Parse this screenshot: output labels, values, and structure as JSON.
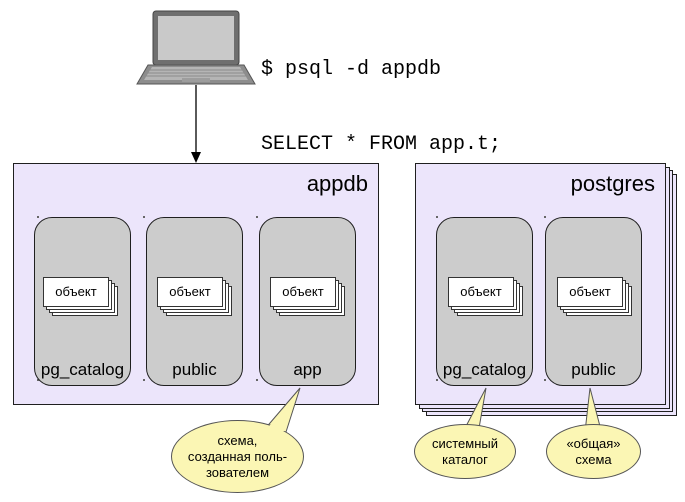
{
  "command": {
    "line1": "$ psql -d appdb",
    "line2": "SELECT * FROM app.t;"
  },
  "databases": [
    {
      "name": "appdb",
      "schemas": [
        {
          "name": "pg_catalog",
          "object_label": "объект"
        },
        {
          "name": "public",
          "object_label": "объект"
        },
        {
          "name": "app",
          "object_label": "объект"
        }
      ]
    },
    {
      "name": "postgres",
      "schemas": [
        {
          "name": "pg_catalog",
          "object_label": "объект"
        },
        {
          "name": "public",
          "object_label": "объект"
        }
      ]
    }
  ],
  "callouts": {
    "app_schema": [
      "схема,",
      "созданная поль-",
      "зователем"
    ],
    "system_catalog": [
      "системный",
      "каталог"
    ],
    "shared_schema": [
      "«общая»",
      "схема"
    ]
  },
  "colors": {
    "database_fill": "#ece5fb",
    "schema_fill": "#cccccc",
    "callout_fill": "#fbf6b4"
  },
  "icons": {
    "client": "laptop-icon"
  }
}
